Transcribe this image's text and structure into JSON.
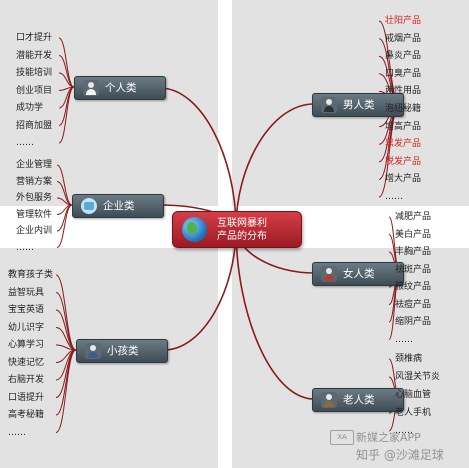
{
  "center": {
    "line1": "互联网暴利",
    "line2": "产品的分布"
  },
  "branches": {
    "personal": {
      "label": "个人类",
      "items": [
        "口才提升",
        "潜能开发",
        "技能培训",
        "创业项目",
        "成功学",
        "招商加盟",
        "……"
      ]
    },
    "enterprise": {
      "label": "企业类",
      "items": [
        "企业管理",
        "营销方案",
        "外包服务",
        "管理软件",
        "企业内训",
        "……"
      ]
    },
    "children": {
      "label": "小孩类",
      "items": [
        "教育孩子类",
        "益智玩具",
        "宝宝英语",
        "幼儿识字",
        "心算学习",
        "快速记忆",
        "右脑开发",
        "口语提升",
        "高考秘籍",
        "……"
      ]
    },
    "men": {
      "label": "男人类",
      "items": [
        "壮阳产品",
        "戒烟产品",
        "鼻炎产品",
        "口臭产品",
        "两性用品",
        "泡妞秘籍",
        "增高产品",
        "黑发产品",
        "脱发产品",
        "增大产品",
        "……"
      ],
      "red_items": [
        "壮阳产品",
        "黑发产品",
        "脱发产品"
      ]
    },
    "women": {
      "label": "女人类",
      "items": [
        "减肥产品",
        "美白产品",
        "丰胸产品",
        "祛斑产品",
        "腋纹产品",
        "祛痘产品",
        "缩阴产品",
        "……"
      ]
    },
    "elderly": {
      "label": "老人类",
      "items": [
        "颈椎病",
        "风湿关节炎",
        "心脑血管",
        "老人手机",
        "……"
      ]
    }
  },
  "watermark": {
    "logo": "XA",
    "line1": "新媒之家APP",
    "line2": "知乎 @沙滩足球"
  },
  "colors": {
    "wire": "#8b1a1a",
    "node": "#4b5a63",
    "center": "#b8262f",
    "panel": "#e2e2e2",
    "highlight_text": "#d6241c"
  }
}
